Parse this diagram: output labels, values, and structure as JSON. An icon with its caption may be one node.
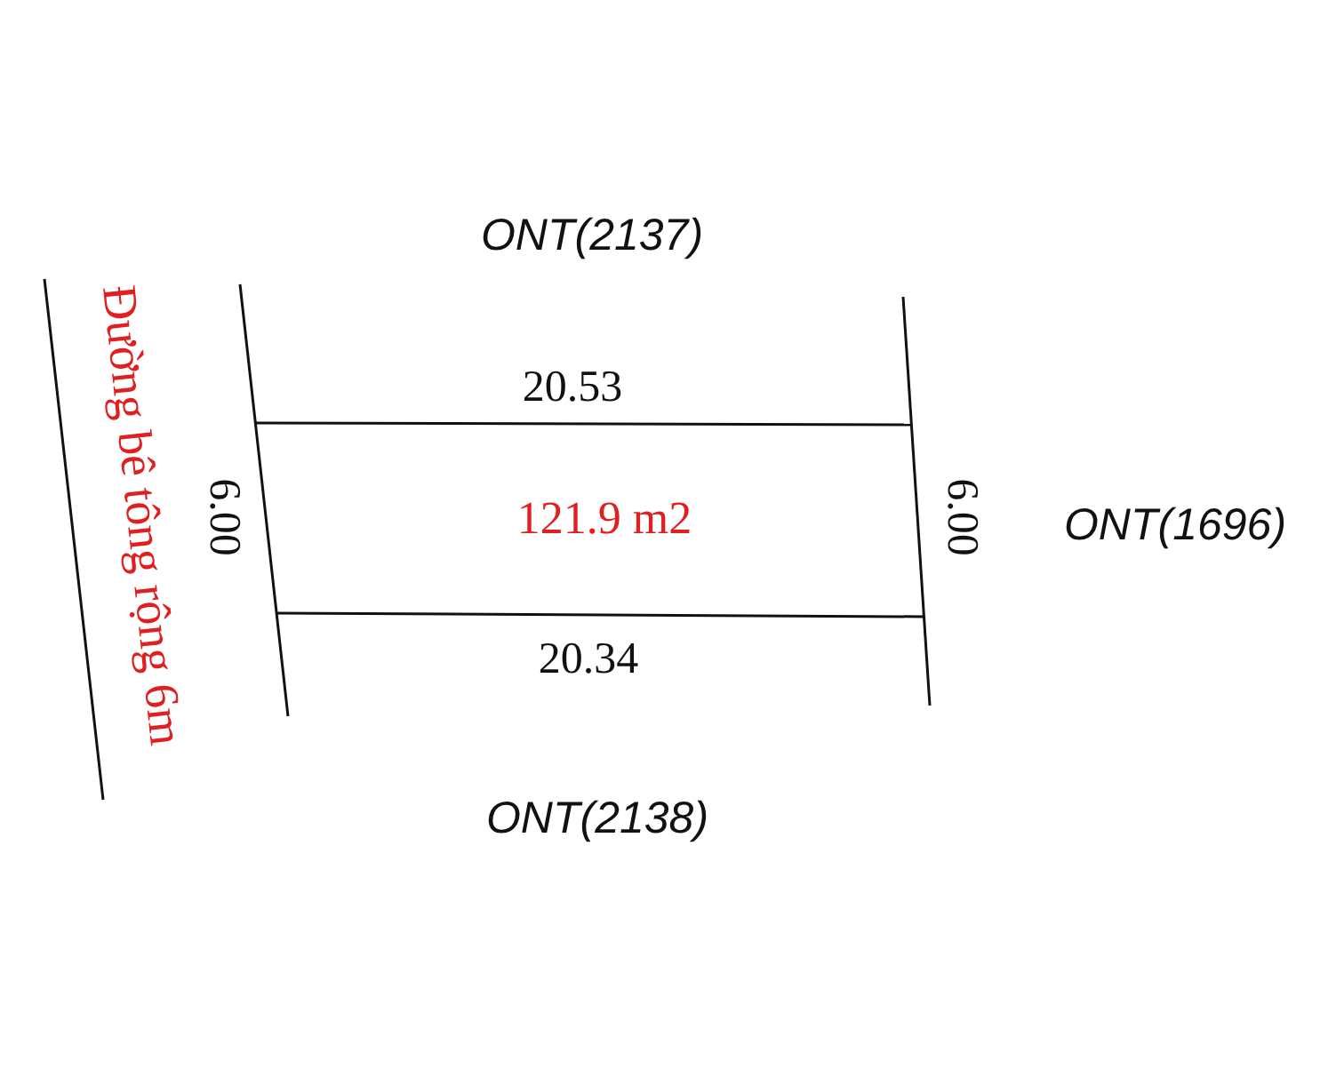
{
  "diagram": {
    "nodes": [
      {
        "text": [
          "121.9 m2"
        ]
      }
    ],
    "labels": [
      "Đường bê tông rộng 6m",
      "ONT(2137)",
      "20.53",
      "6.00",
      "6.00",
      "ONT(1696)",
      "20.34",
      "ONT(2138)"
    ]
  }
}
